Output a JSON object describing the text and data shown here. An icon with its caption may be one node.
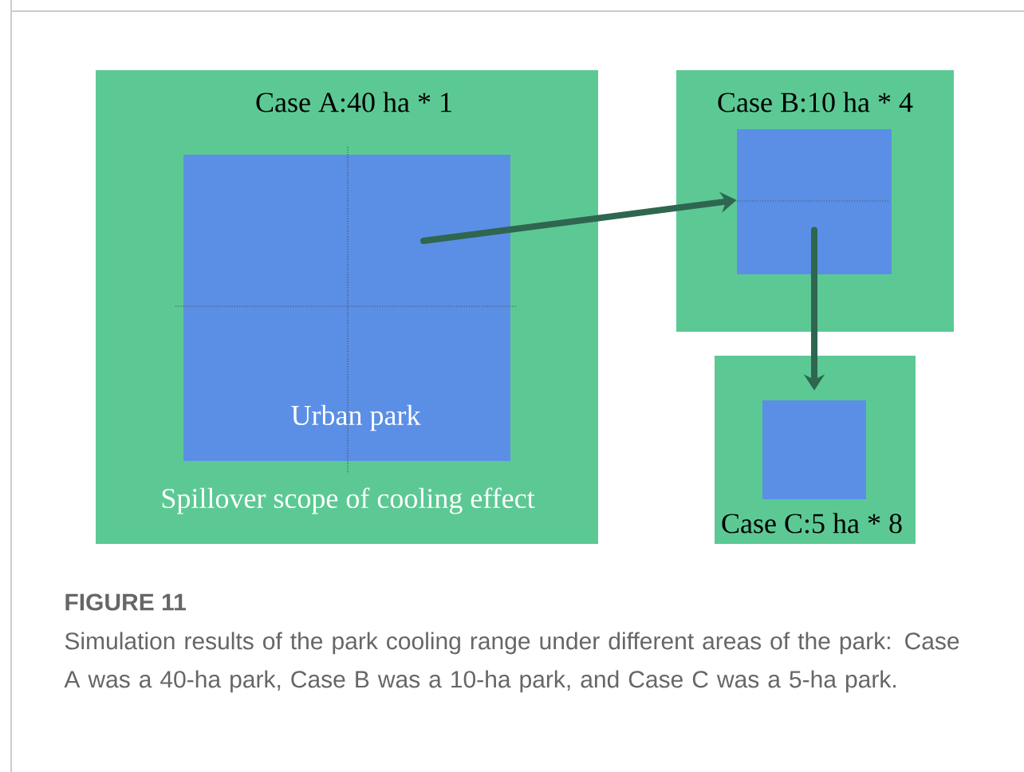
{
  "diagram": {
    "title": "FIGURE 11",
    "caption": "Simulation results of the park cooling range under different areas of the park: Case A was a 40-ha park, Case B was a 10-ha park, and Case C was a 5-ha park.",
    "nodes": [
      {
        "text": [
          "Case A:40 ha * 1",
          "Spillover scope of cooling effect"
        ]
      },
      {
        "text": [
          "Urban park"
        ],
        "in": 0
      },
      {
        "text": [
          "Case B:10 ha * 4"
        ]
      },
      {
        "text": [],
        "shape": "box",
        "in": 2
      },
      {
        "text": [
          "Case C:5 ha * 8"
        ]
      },
      {
        "text": [],
        "shape": "box",
        "in": 4
      }
    ],
    "edges": [
      {
        "from": 1,
        "to": 3,
        "arrow": "to"
      },
      {
        "from": 3,
        "to": 5,
        "arrow": "to"
      }
    ]
  }
}
